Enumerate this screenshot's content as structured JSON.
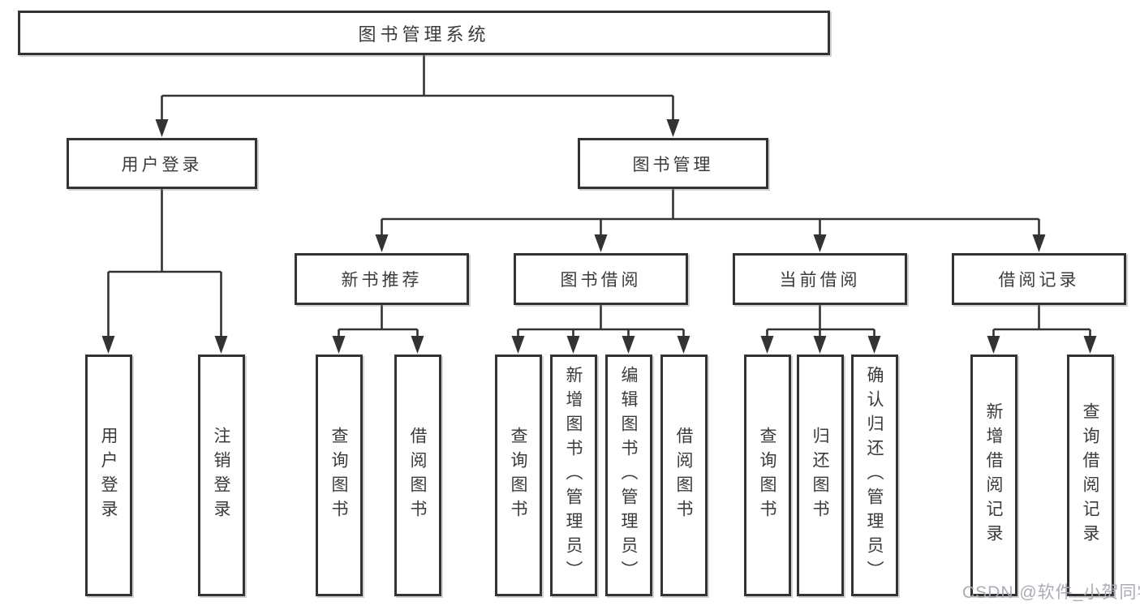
{
  "nodes": {
    "root": "图书管理系统",
    "user_login": "用户登录",
    "book_mgmt": "图书管理",
    "new_book_rec": "新书推荐",
    "book_borrow": "图书借阅",
    "current_borrow": "当前借阅",
    "borrow_record": "借阅记录"
  },
  "leaves": [
    "用户登录",
    "注销登录",
    "查询图书",
    "借阅图书",
    "查询图书",
    "新增图书（管理员）",
    "编辑图书（管理员）",
    "借阅图书",
    "查询图书",
    "归还图书",
    "确认归还（管理员）",
    "新增借阅记录",
    "查询借阅记录"
  ],
  "watermark": "CSDN @软件_小贺同学",
  "colors": {
    "line": "#333333",
    "text": "#3b3b3b",
    "background": "#ffffff",
    "watermark": "#a8a8b2"
  }
}
